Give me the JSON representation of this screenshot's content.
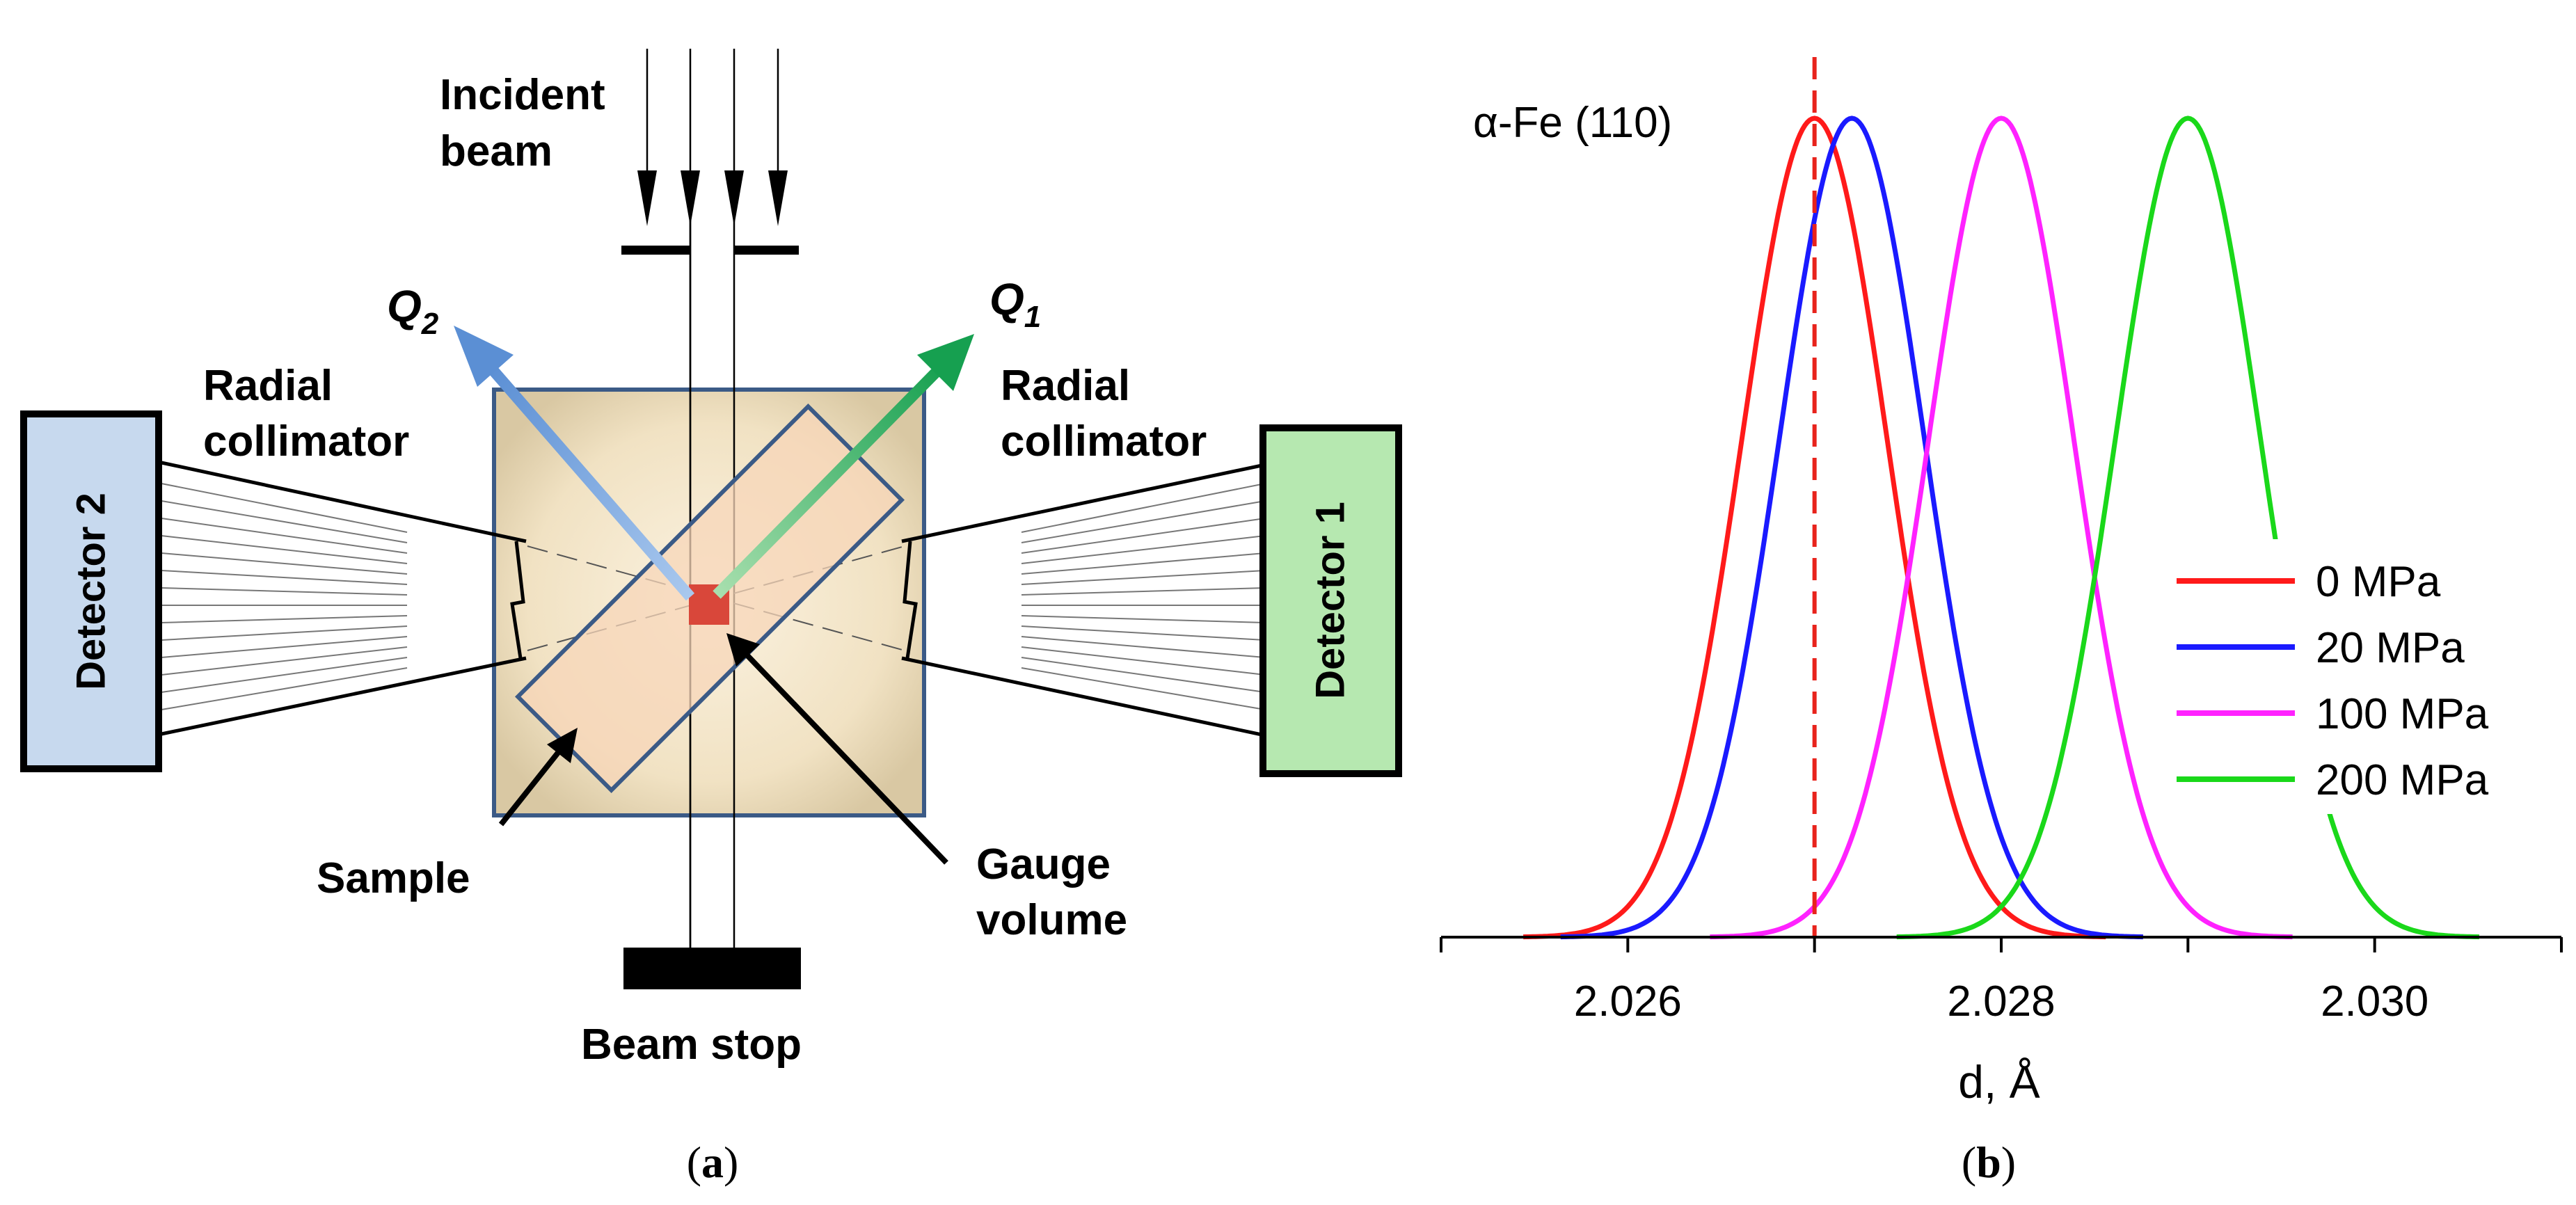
{
  "panel_a": {
    "caption_label": "a",
    "incident_beam_line1": "Incident",
    "incident_beam_line2": "beam",
    "q1_base": "Q",
    "q1_sub": "1",
    "q2_base": "Q",
    "q2_sub": "2",
    "radial_collimator_left_line1": "Radial",
    "radial_collimator_left_line2": "collimator",
    "radial_collimator_right_line1": "Radial",
    "radial_collimator_right_line2": "collimator",
    "detector_1": "Detector 1",
    "detector_2": "Detector 2",
    "sample": "Sample",
    "gauge_volume_line1": "Gauge",
    "gauge_volume_line2": "volume",
    "beam_stop": "Beam stop",
    "colors": {
      "detector_1_fill": "#b6e8b0",
      "detector_2_fill": "#c7d9ee",
      "q1_arrow": "#1fa055",
      "q2_arrow": "#5b8fd4",
      "gauge_volume": "#d9473a",
      "box_outline": "#3b5a86"
    }
  },
  "panel_b": {
    "caption_label": "b",
    "annotation": "α-Fe (110)",
    "chart_data": {
      "type": "line",
      "xlabel": "d, Å",
      "ylabel": "",
      "xlim": [
        2.025,
        2.031
      ],
      "x_ticks": [
        2.026,
        2.028,
        2.03
      ],
      "x_tick_labels": [
        "2.026",
        "2.028",
        "2.030"
      ],
      "vertical_reference_line": {
        "x": 2.027,
        "style": "dashed",
        "color": "#e8231c"
      },
      "series": [
        {
          "name": "0 MPa",
          "color": "#ff1a1a",
          "peak_center": 2.027,
          "peak_height": 1.0,
          "sigma": 0.00039
        },
        {
          "name": "20 MPa",
          "color": "#1a1aff",
          "peak_center": 2.0272,
          "peak_height": 1.0,
          "sigma": 0.00039
        },
        {
          "name": "100 MPa",
          "color": "#ff22ff",
          "peak_center": 2.028,
          "peak_height": 1.0,
          "sigma": 0.00039
        },
        {
          "name": "200 MPa",
          "color": "#1ad81a",
          "peak_center": 2.029,
          "peak_height": 1.0,
          "sigma": 0.00039
        }
      ],
      "legend_position": "right"
    }
  }
}
